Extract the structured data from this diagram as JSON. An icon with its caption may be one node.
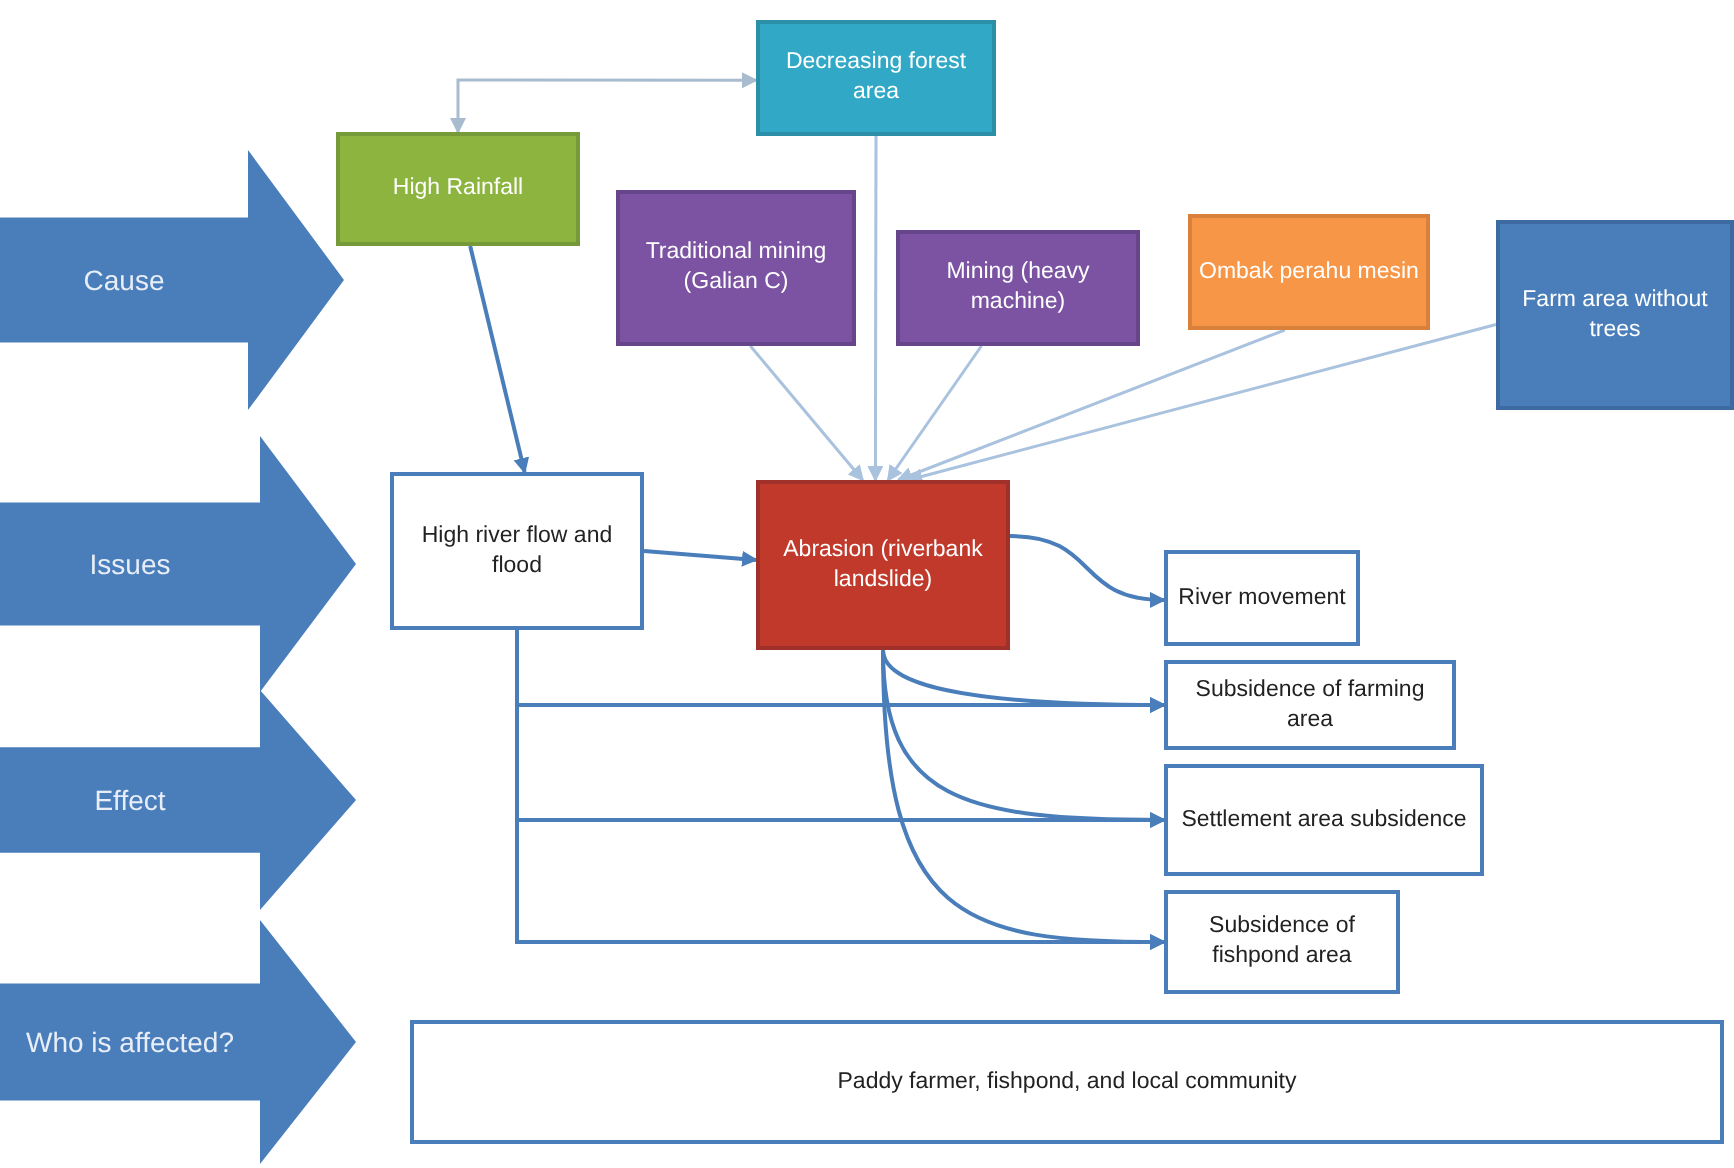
{
  "diagram": {
    "nodes": [
      {
        "text": [
          "Cause"
        ]
      },
      {
        "text": [
          "Issues"
        ]
      },
      {
        "text": [
          "Effect"
        ]
      },
      {
        "text": [
          "Who is affected?"
        ]
      },
      {
        "text": [
          "Decreasing forest area"
        ]
      },
      {
        "text": [
          "High Rainfall"
        ]
      },
      {
        "text": [
          "Traditional mining (Galian C)"
        ]
      },
      {
        "text": [
          "Mining (heavy machine)"
        ]
      },
      {
        "text": [
          "Ombak perahu mesin"
        ]
      },
      {
        "text": [
          "Farm area without trees"
        ]
      },
      {
        "text": [
          "High river flow and flood"
        ]
      },
      {
        "text": [
          "Abrasion (riverbank landslide)"
        ]
      },
      {
        "text": [
          "River movement"
        ]
      },
      {
        "text": [
          "Subsidence of farming area"
        ]
      },
      {
        "text": [
          "Settlement area subsidence"
        ]
      },
      {
        "text": [
          "Subsidence of fishpond area"
        ]
      },
      {
        "text": [
          "Paddy farmer, fishpond, and local community"
        ]
      }
    ],
    "edges": [
      {
        "from": 5,
        "to": 4,
        "arrow": "both",
        "color": "#a9bccf"
      },
      {
        "from": 5,
        "to": 10,
        "arrow": "to"
      },
      {
        "from": 4,
        "to": 11,
        "arrow": "to",
        "color": "#a9c2de"
      },
      {
        "from": 6,
        "to": 11,
        "arrow": "to",
        "color": "#a9c2de"
      },
      {
        "from": 7,
        "to": 11,
        "arrow": "to",
        "color": "#a9c2de"
      },
      {
        "from": 8,
        "to": 11,
        "arrow": "to",
        "color": "#a9c2de"
      },
      {
        "from": 9,
        "to": 11,
        "arrow": "to",
        "color": "#a9c2de"
      },
      {
        "from": 10,
        "to": 11,
        "arrow": "to"
      },
      {
        "from": 11,
        "to": 12,
        "arrow": "to"
      },
      {
        "from": 11,
        "to": 13,
        "arrow": "to"
      },
      {
        "from": 11,
        "to": 14,
        "arrow": "to"
      },
      {
        "from": 11,
        "to": 15,
        "arrow": "to"
      },
      {
        "from": 10,
        "to": 13,
        "arrow": "to"
      },
      {
        "from": 10,
        "to": 14,
        "arrow": "to"
      },
      {
        "from": 10,
        "to": 15,
        "arrow": "to"
      }
    ]
  }
}
